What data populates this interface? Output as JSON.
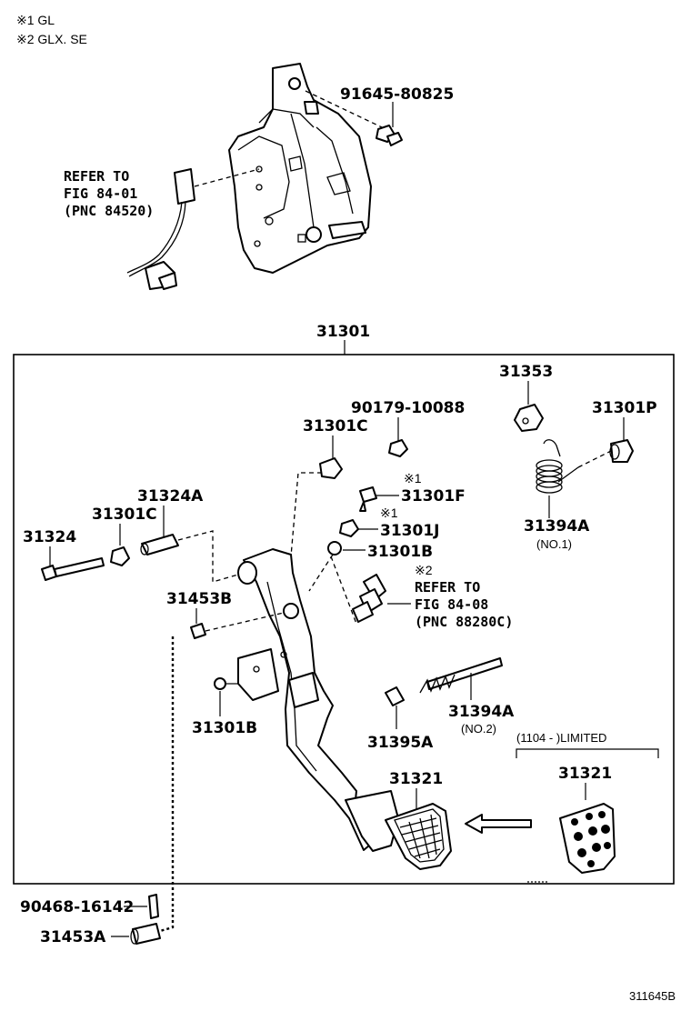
{
  "notes": {
    "note1": "※1 GL",
    "note2": "※2 GLX. SE"
  },
  "frame_label": "31301",
  "labels": {
    "bolt_top": "91645-80825",
    "refer1_line1": "REFER TO",
    "refer1_line2": "FIG 84-01",
    "refer1_line3": "(PNC 84520)",
    "p31353": "31353",
    "p90179": "90179-10088",
    "p31301P": "31301P",
    "p31301C_top": "31301C",
    "mark1_a": "※1",
    "p31301F": "31301F",
    "p31324A": "31324A",
    "mark1_b": "※1",
    "p31301J": "31301J",
    "p31301C_left": "31301C",
    "p31324": "31324",
    "p31301B_top": "31301B",
    "p31394A_1": "31394A",
    "no1": "(NO.1)",
    "mark2": "※2",
    "refer2_line1": "REFER TO",
    "refer2_line2": "FIG 84-08",
    "refer2_line3": "(PNC 88280C)",
    "p31453B": "31453B",
    "p31394A_2": "31394A",
    "no2": "(NO.2)",
    "p31301B_bottom": "31301B",
    "p31395A": "31395A",
    "limited": "(1104 -         )LIMITED",
    "p31321_left": "31321",
    "p31321_right": "31321",
    "p90468": "90468-16142",
    "p31453A": "31453A",
    "figure_code": "311645B"
  }
}
